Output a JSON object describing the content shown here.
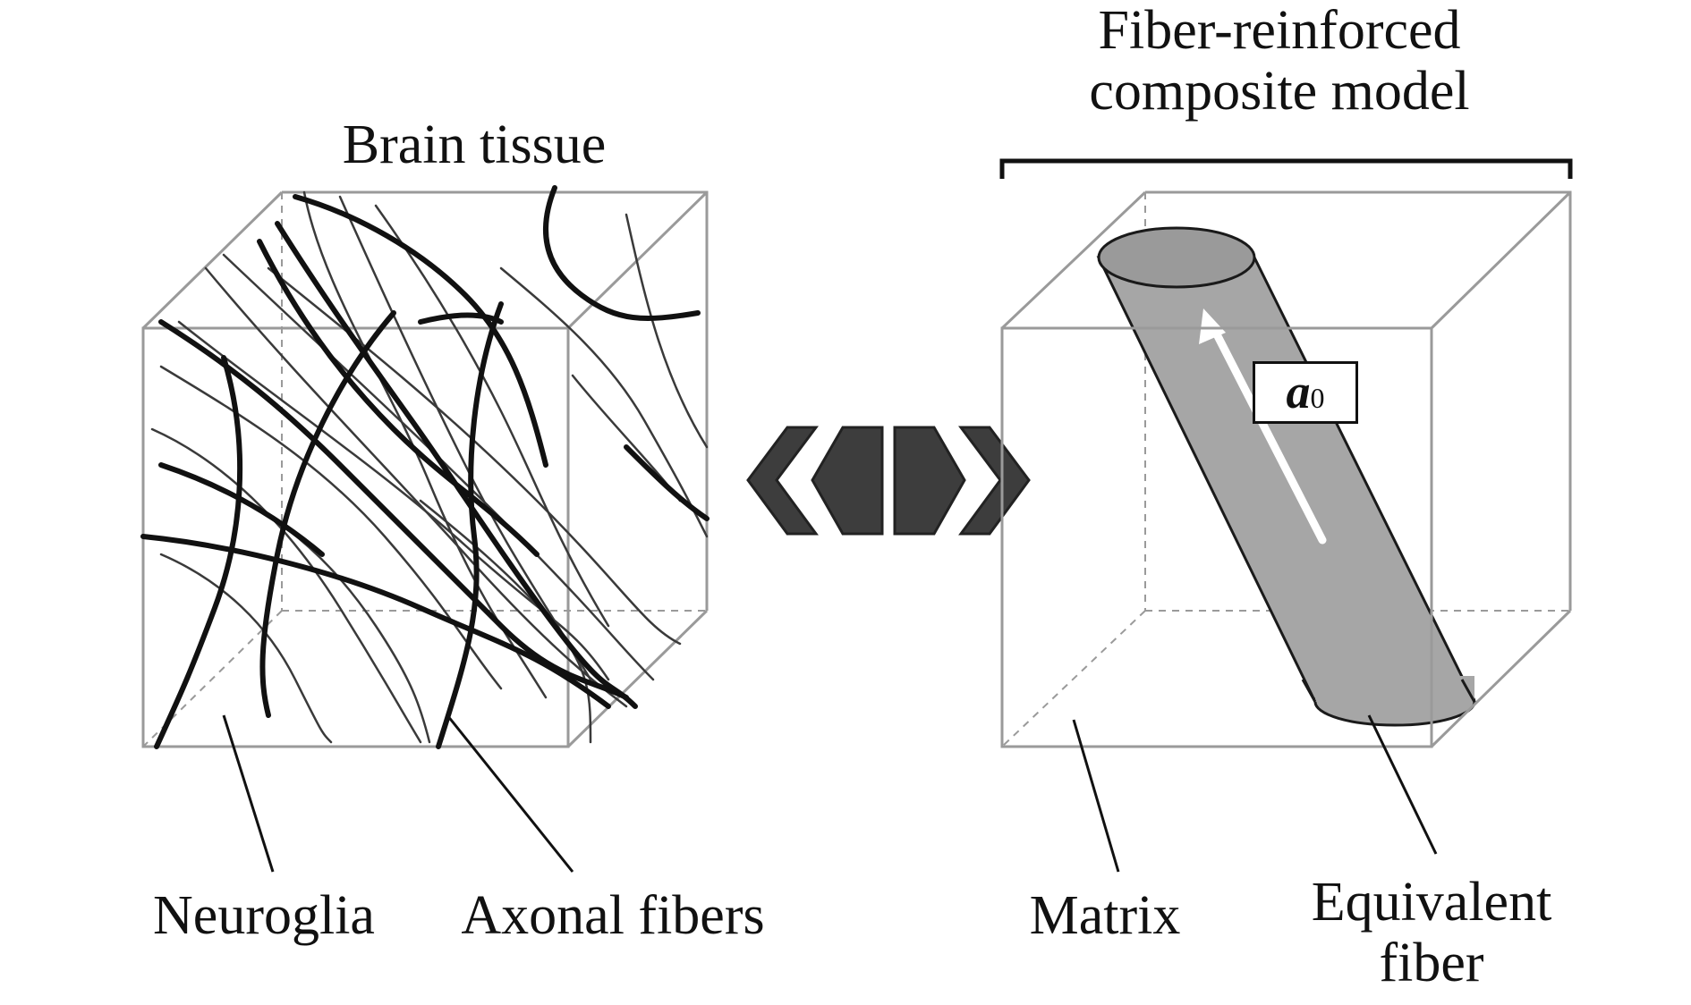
{
  "labels": {
    "brain_tissue": "Brain tissue",
    "model_title": "Fiber-reinforced\ncomposite model",
    "neuroglia": "Neuroglia",
    "axonal_fibers": "Axonal fibers",
    "matrix": "Matrix",
    "equivalent_fiber": "Equivalent\nfiber"
  },
  "fiber_direction": {
    "symbol": "a",
    "subscript": "0"
  },
  "icons": {
    "equivalence": "double-arrow-icon"
  },
  "colors": {
    "line": "#111111",
    "cube_edge": "#9a9a9a",
    "fiber_fill": "#a6a6a6",
    "arrow": "#3d3d3d"
  }
}
